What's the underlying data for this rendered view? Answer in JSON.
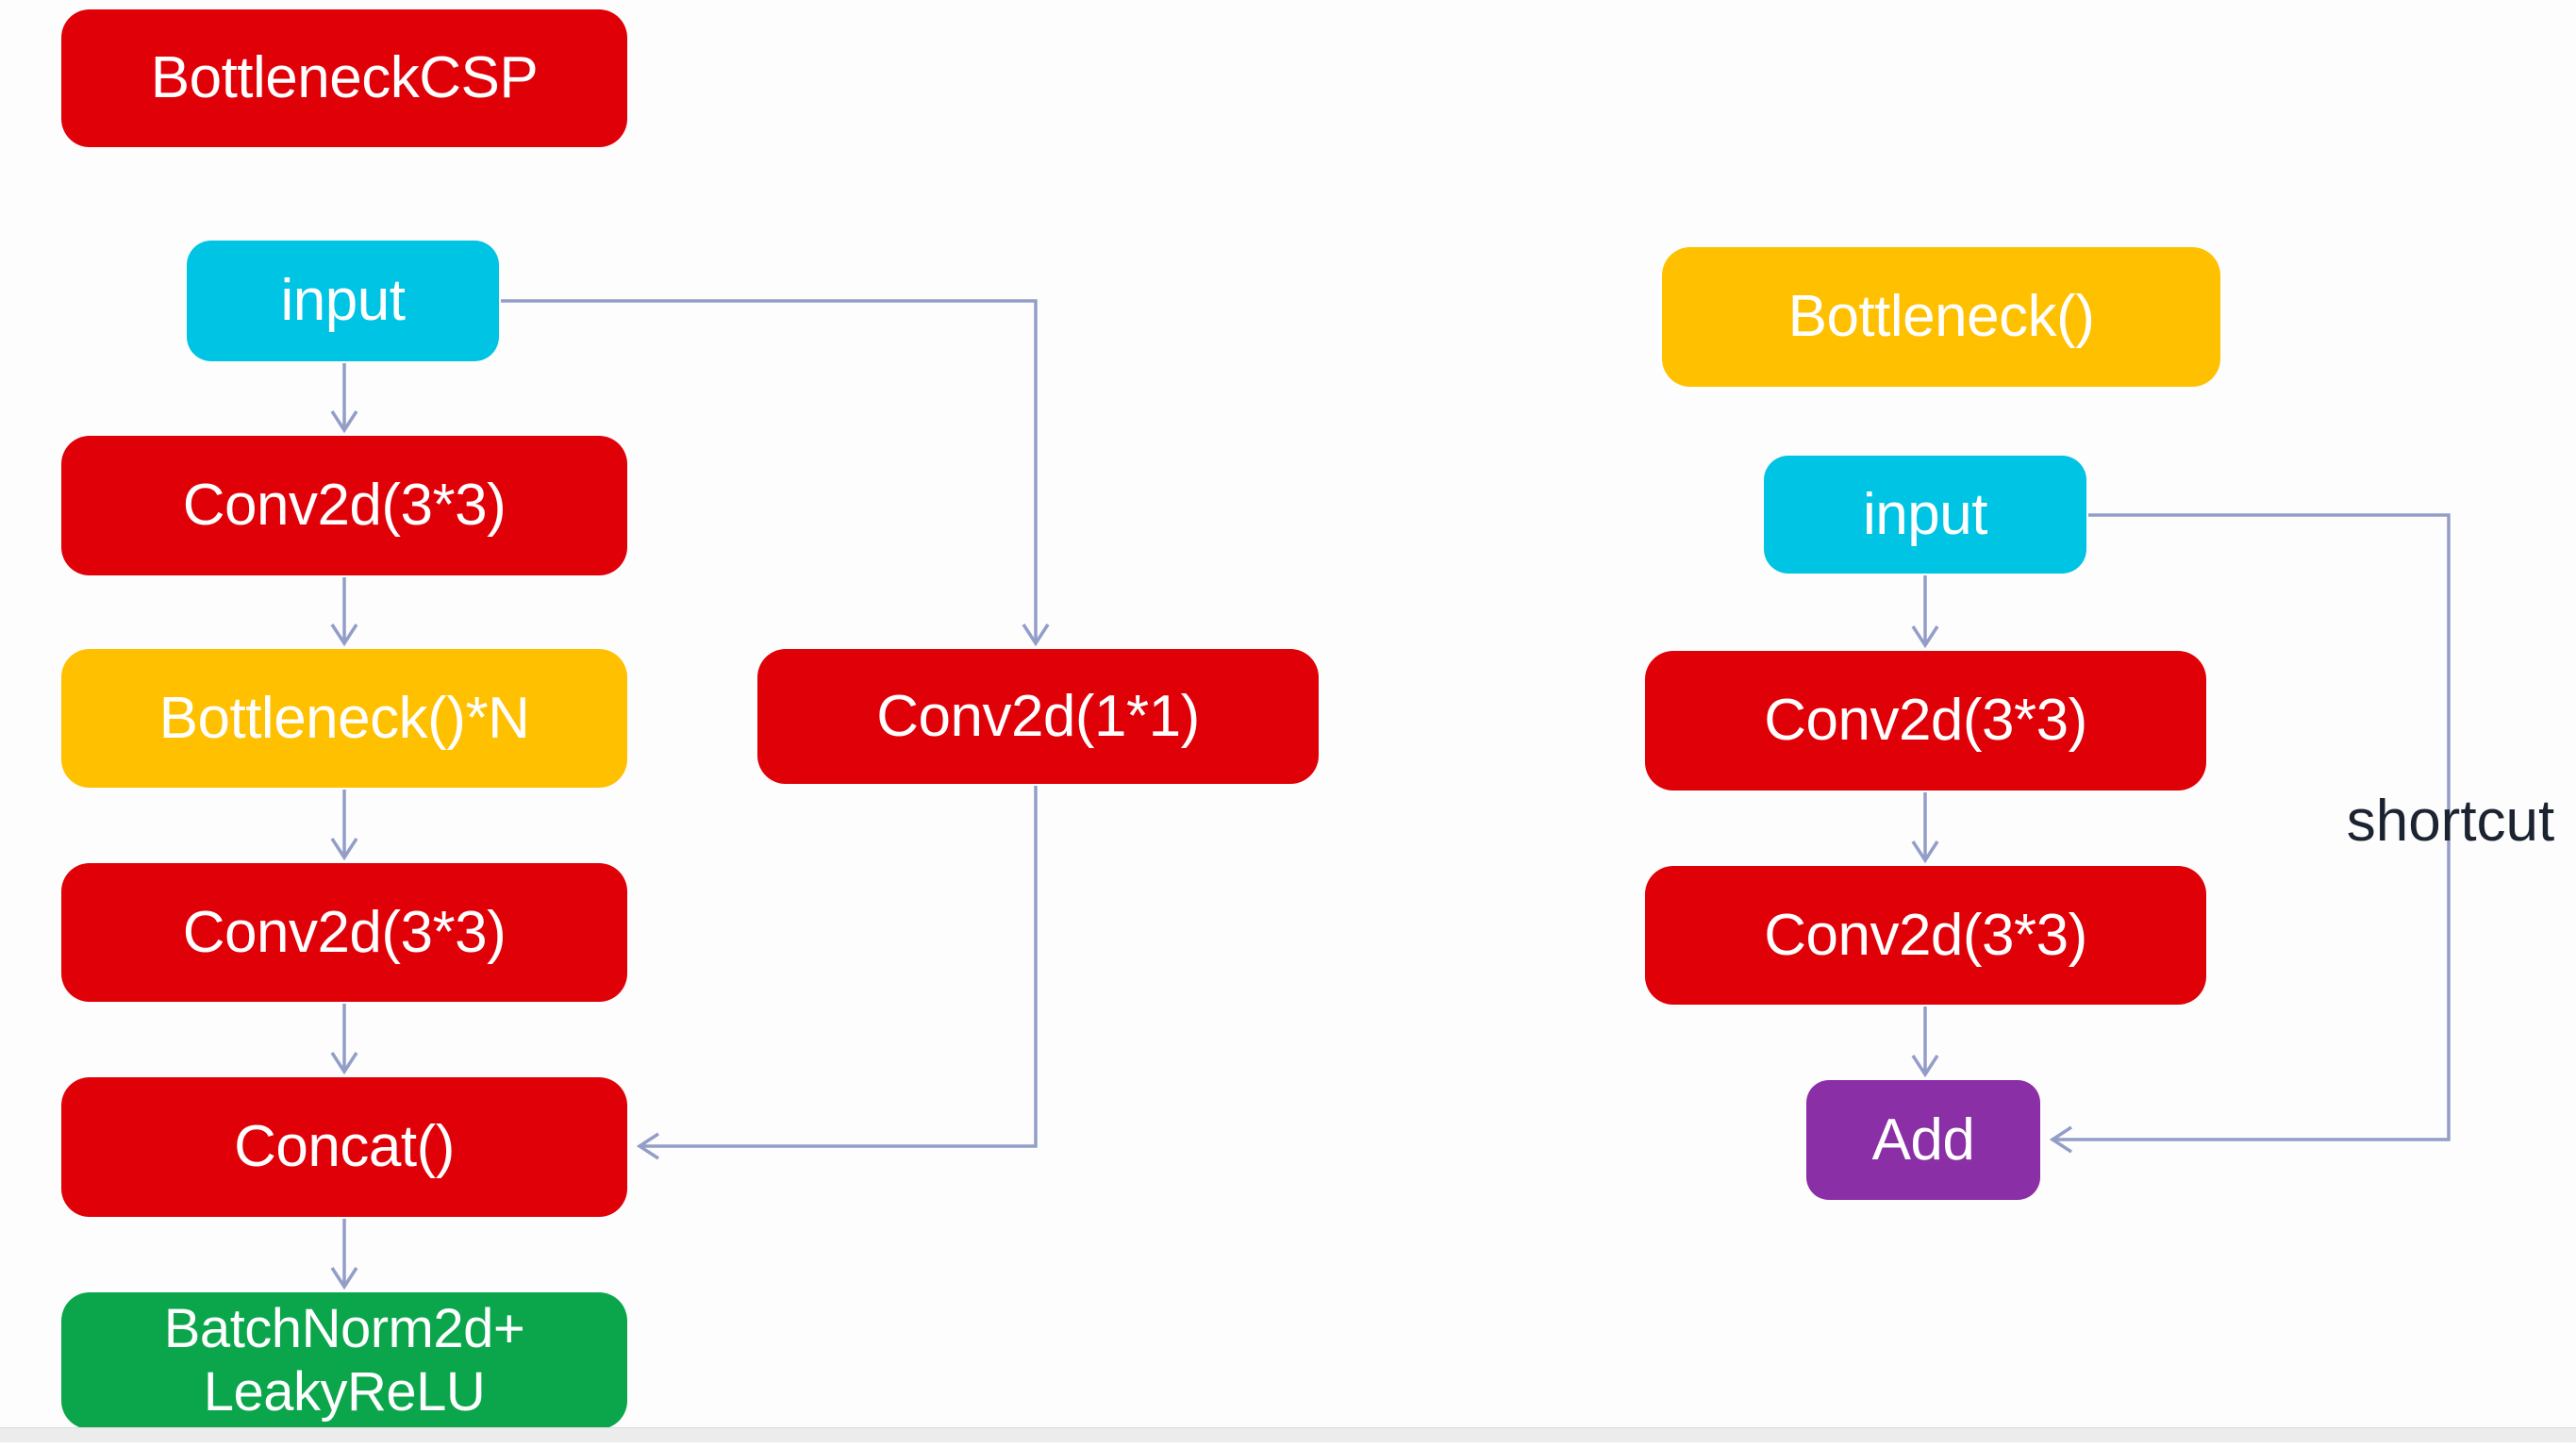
{
  "page": {
    "background": "#fdfdfd",
    "footer_strip_color": "#ececec"
  },
  "colors": {
    "node_red": "#e00008",
    "node_cyan": "#00c4e4",
    "node_yellow": "#ffc000",
    "node_green": "#0ba64b",
    "node_purple": "#8a2fa6",
    "arrow_line": "#939ec8",
    "arrow_head": "#5a6cae",
    "node_text": "#ffffff",
    "shortcut_text": "#1b2430"
  },
  "left_diagram": {
    "title": "BottleneckCSP",
    "nodes": {
      "input": "input",
      "conv_3x3_a": "Conv2d(3*3)",
      "bottleneck_n": "Bottleneck()*N",
      "conv_3x3_b": "Conv2d(3*3)",
      "concat": "Concat()",
      "batchnorm_line1": "BatchNorm2d+",
      "batchnorm_line2": "LeakyReLU",
      "conv_1x1": "Conv2d(1*1)"
    }
  },
  "right_diagram": {
    "title": "Bottleneck()",
    "nodes": {
      "input": "input",
      "conv_3x3_a": "Conv2d(3*3)",
      "conv_3x3_b": "Conv2d(3*3)",
      "add": "Add"
    },
    "shortcut_label": "shortcut"
  }
}
